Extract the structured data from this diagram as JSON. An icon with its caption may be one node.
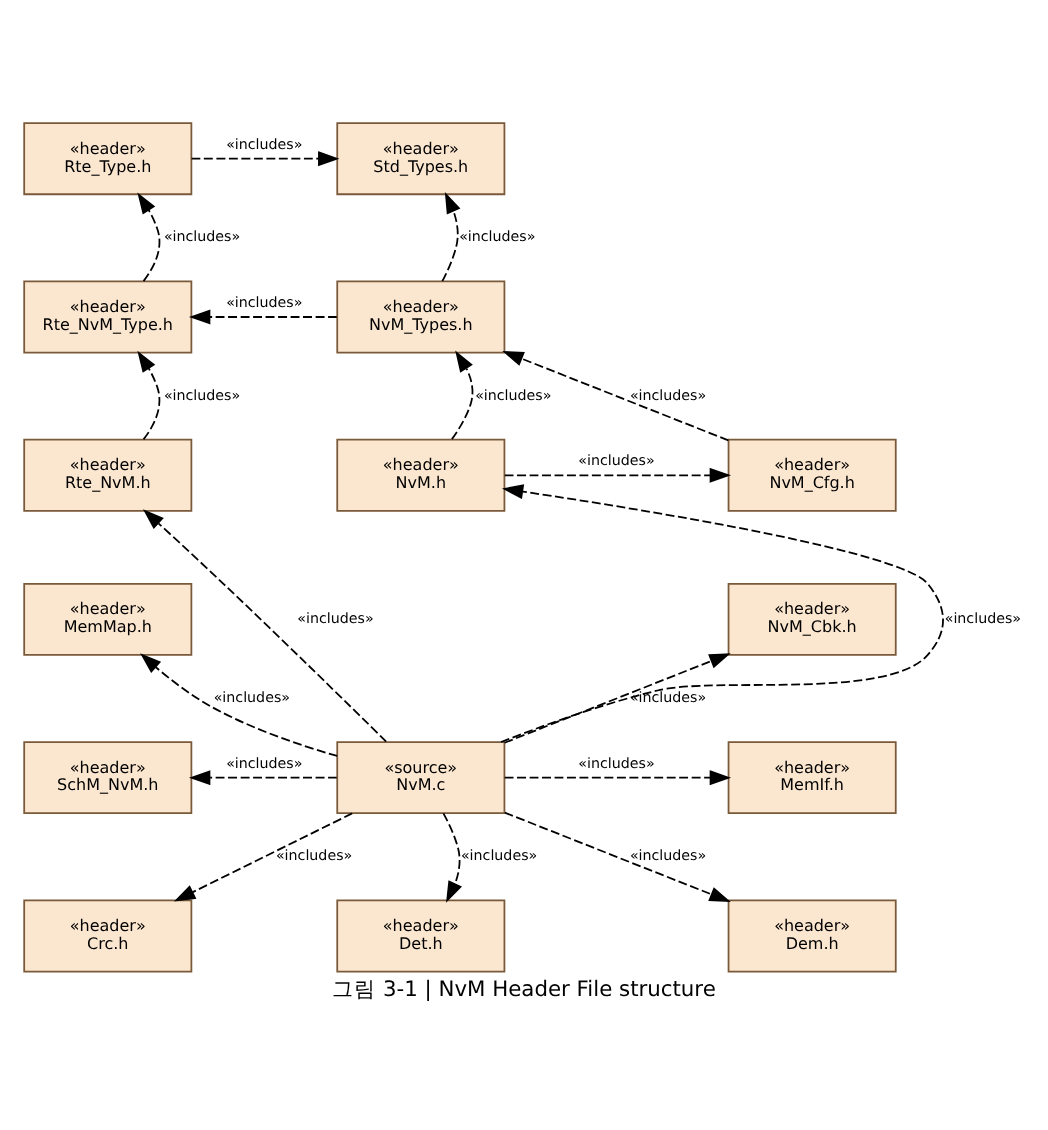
{
  "diagram": {
    "caption": "그림 3-1 | NvM Header File structure",
    "nodes": [
      {
        "text": [
          "«header»",
          "Rte_Type.h"
        ]
      },
      {
        "text": [
          "«header»",
          "Std_Types.h"
        ]
      },
      {
        "text": [
          "«header»",
          "Rte_NvM_Type.h"
        ]
      },
      {
        "text": [
          "«header»",
          "NvM_Types.h"
        ]
      },
      {
        "text": [
          "«header»",
          "Rte_NvM.h"
        ]
      },
      {
        "text": [
          "«header»",
          "NvM.h"
        ]
      },
      {
        "text": [
          "«header»",
          "NvM_Cfg.h"
        ]
      },
      {
        "text": [
          "«header»",
          "MemMap.h"
        ]
      },
      {
        "text": [
          "«header»",
          "NvM_Cbk.h"
        ]
      },
      {
        "text": [
          "«header»",
          "SchM_NvM.h"
        ]
      },
      {
        "text": [
          "«source»",
          "NvM.c"
        ]
      },
      {
        "text": [
          "«header»",
          "MemIf.h"
        ]
      },
      {
        "text": [
          "«header»",
          "Crc.h"
        ]
      },
      {
        "text": [
          "«header»",
          "Det.h"
        ]
      },
      {
        "text": [
          "«header»",
          "Dem.h"
        ]
      }
    ],
    "edges": [
      {
        "from": 0,
        "to": 1,
        "arrow": "to",
        "style": "dashed",
        "label": "«includes»"
      },
      {
        "from": 2,
        "to": 0,
        "arrow": "to",
        "style": "dashed",
        "label": "«includes»"
      },
      {
        "from": 3,
        "to": 1,
        "arrow": "to",
        "style": "dashed",
        "label": "«includes»"
      },
      {
        "from": 3,
        "to": 2,
        "arrow": "to",
        "style": "dashed",
        "label": "«includes»"
      },
      {
        "from": 4,
        "to": 2,
        "arrow": "to",
        "style": "dashed",
        "label": "«includes»"
      },
      {
        "from": 5,
        "to": 3,
        "arrow": "to",
        "style": "dashed",
        "label": "«includes»"
      },
      {
        "from": 6,
        "to": 3,
        "arrow": "to",
        "style": "dashed",
        "label": "«includes»"
      },
      {
        "from": 5,
        "to": 6,
        "arrow": "to",
        "style": "dashed",
        "label": "«includes»"
      },
      {
        "from": 10,
        "to": 4,
        "arrow": "to",
        "style": "dashed",
        "label": "«includes»"
      },
      {
        "from": 10,
        "to": 5,
        "arrow": "to",
        "style": "dashed",
        "label": "«includes»"
      },
      {
        "from": 10,
        "to": 7,
        "arrow": "to",
        "style": "dashed",
        "label": "«includes»"
      },
      {
        "from": 10,
        "to": 8,
        "arrow": "to",
        "style": "dashed",
        "label": "«includes»"
      },
      {
        "from": 10,
        "to": 9,
        "arrow": "to",
        "style": "dashed",
        "label": "«includes»"
      },
      {
        "from": 10,
        "to": 11,
        "arrow": "to",
        "style": "dashed",
        "label": "«includes»"
      },
      {
        "from": 10,
        "to": 12,
        "arrow": "to",
        "style": "dashed",
        "label": "«includes»"
      },
      {
        "from": 10,
        "to": 13,
        "arrow": "to",
        "style": "dashed",
        "label": "«includes»"
      },
      {
        "from": 10,
        "to": 14,
        "arrow": "to",
        "style": "dashed",
        "label": "«includes»"
      }
    ]
  }
}
